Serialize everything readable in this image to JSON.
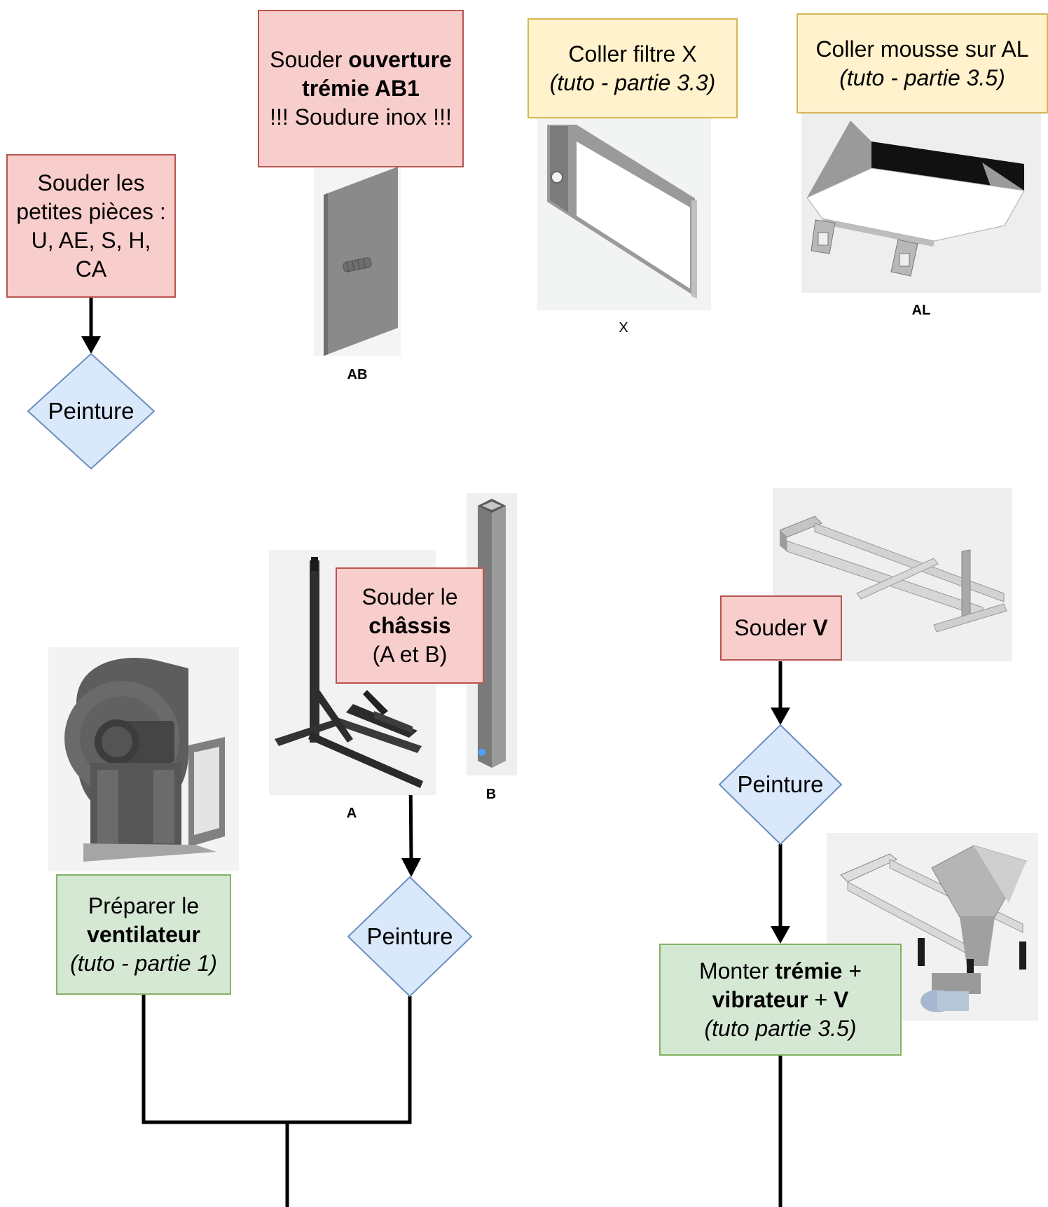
{
  "steps": {
    "small_parts": {
      "l1": "Souder les",
      "l2": "petites pièces :",
      "l3": "U, AE, S, H,",
      "l4": "CA"
    },
    "hopper_opening": {
      "pre": "Souder ",
      "bold1": "ouverture",
      "bold2": "trémie AB1",
      "l3": "!!! Soudure inox !!!"
    },
    "filter": {
      "l1": "Coller filtre X",
      "l2": "(tuto - partie 3.3)"
    },
    "foam": {
      "l1": "Coller mousse sur AL",
      "l2": "(tuto - partie 3.5)"
    },
    "chassis": {
      "l1": "Souder le",
      "bold": "châssis",
      "l3": "(A et B)"
    },
    "fan": {
      "l1": "Préparer le",
      "bold": "ventilateur",
      "l3": "(tuto - partie 1)"
    },
    "v": {
      "pre": "Souder ",
      "bold": "V"
    },
    "mount": {
      "pre": "Monter ",
      "bold1": "trémie",
      "mid": " +",
      "bold2": "vibrateur",
      "mid2": " + ",
      "bold3": "V",
      "l3": "(tuto partie 3.5)"
    }
  },
  "decisions": {
    "paint_1": "Peinture",
    "paint_2": "Peinture",
    "paint_3": "Peinture"
  },
  "captions": {
    "ab": "AB",
    "x": "X",
    "al": "AL",
    "a": "A",
    "b": "B"
  },
  "colors": {
    "weld_fill": "#f8cecc",
    "weld_stroke": "#b85450",
    "glue_fill": "#fff2cc",
    "glue_stroke": "#d6b656",
    "assemble_fill": "#d5e8d4",
    "assemble_stroke": "#82b366",
    "paint_fill": "#dae8fc",
    "paint_stroke": "#6c8ebf"
  }
}
